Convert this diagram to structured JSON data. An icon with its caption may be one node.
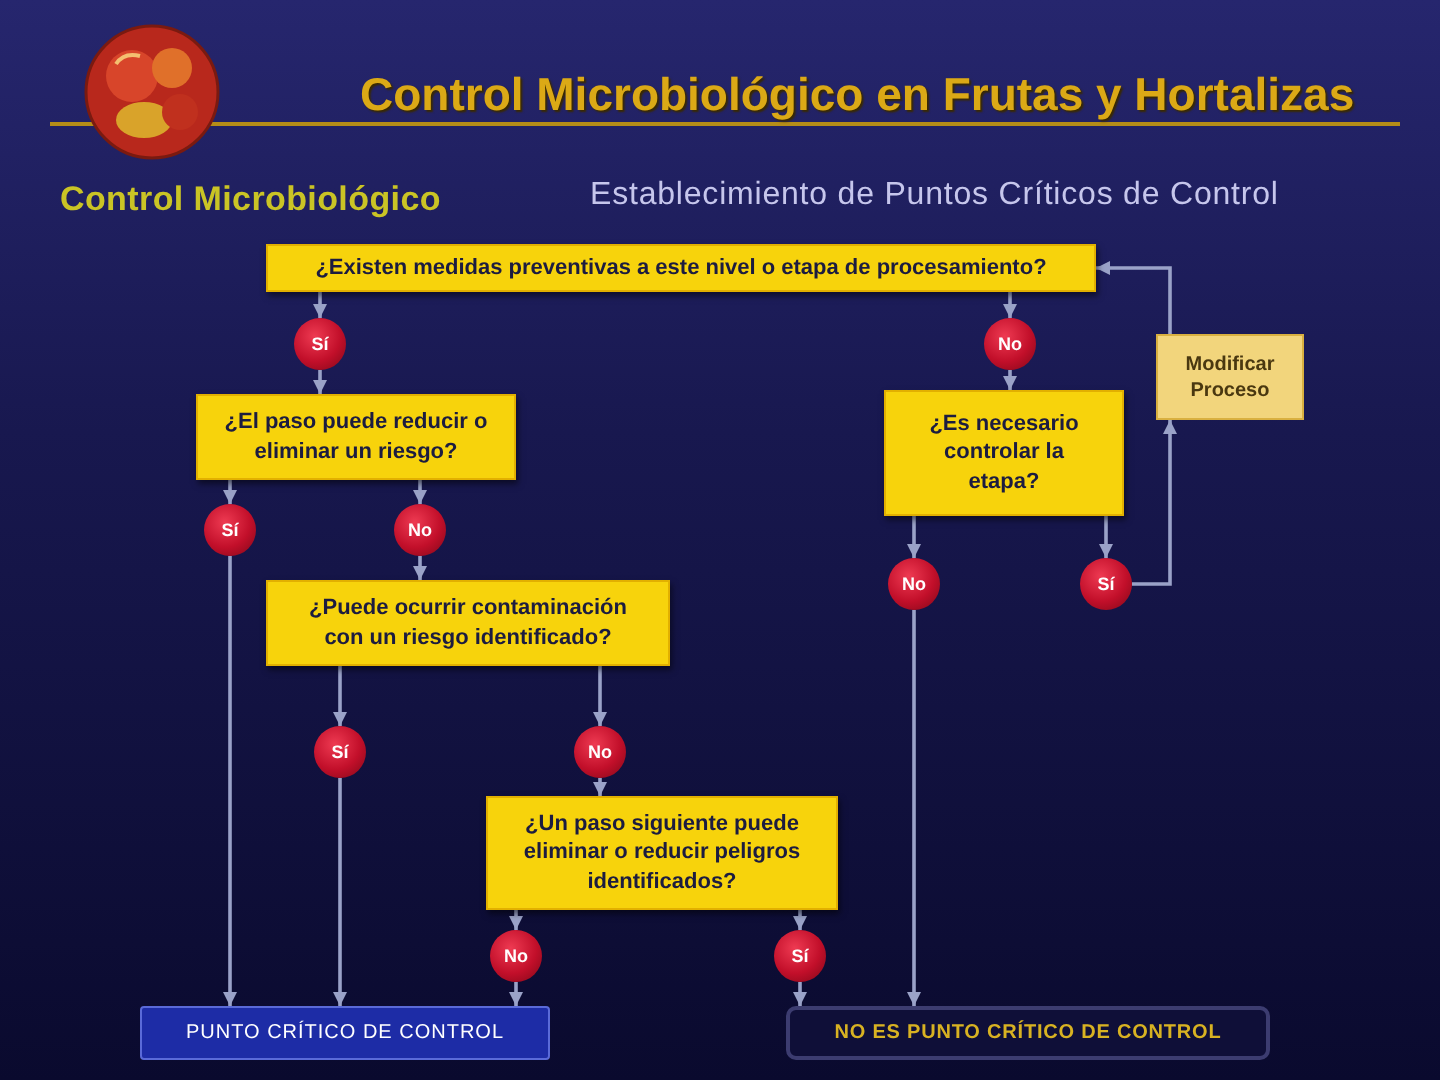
{
  "diagram": {
    "title": "Control Microbiológico en Frutas y Hortalizas",
    "nodes": [
      {
        "text": [
          "¿Existen medidas preventivas a este nivel o etapa de procesamiento?"
        ]
      },
      {
        "text": [
          "Sí"
        ]
      },
      {
        "text": [
          "No"
        ]
      },
      {
        "text": [
          "Modificar Proceso"
        ]
      },
      {
        "text": [
          "¿El paso puede reducir o eliminar un riesgo?"
        ]
      },
      {
        "text": [
          "¿Es necesario controlar la etapa?"
        ]
      },
      {
        "text": [
          "Sí"
        ]
      },
      {
        "text": [
          "No"
        ]
      },
      {
        "text": [
          "No"
        ]
      },
      {
        "text": [
          "Sí"
        ]
      },
      {
        "text": [
          "¿Puede ocurrir contaminación con un riesgo identificado?"
        ]
      },
      {
        "text": [
          "Sí"
        ]
      },
      {
        "text": [
          "No"
        ]
      },
      {
        "text": [
          "¿Un paso siguiente puede eliminar o reducir peligros identificados?"
        ]
      },
      {
        "text": [
          "No"
        ]
      },
      {
        "text": [
          "Sí"
        ]
      },
      {
        "text": [
          "PUNTO CRÍTICO DE CONTROL"
        ]
      },
      {
        "text": [
          "NO ES PUNTO CRÍTICO DE CONTROL"
        ]
      }
    ],
    "edges": [
      {
        "from": 0,
        "to": 1,
        "arrow": "to"
      },
      {
        "from": 0,
        "to": 2,
        "arrow": "to"
      },
      {
        "from": 1,
        "to": 4,
        "arrow": "to"
      },
      {
        "from": 2,
        "to": 5,
        "arrow": "to"
      },
      {
        "from": 4,
        "to": 6,
        "arrow": "to"
      },
      {
        "from": 4,
        "to": 7,
        "arrow": "to"
      },
      {
        "from": 6,
        "to": 16,
        "arrow": "to"
      },
      {
        "from": 7,
        "to": 10,
        "arrow": "to"
      },
      {
        "from": 10,
        "to": 11,
        "arrow": "to"
      },
      {
        "from": 10,
        "to": 12,
        "arrow": "to"
      },
      {
        "from": 11,
        "to": 16,
        "arrow": "to"
      },
      {
        "from": 12,
        "to": 13,
        "arrow": "to"
      },
      {
        "from": 13,
        "to": 14,
        "arrow": "to"
      },
      {
        "from": 13,
        "to": 15,
        "arrow": "to"
      },
      {
        "from": 14,
        "to": 16,
        "arrow": "to"
      },
      {
        "from": 15,
        "to": 17,
        "arrow": "to"
      },
      {
        "from": 5,
        "to": 8,
        "arrow": "to"
      },
      {
        "from": 5,
        "to": 9,
        "arrow": "to"
      },
      {
        "from": 8,
        "to": 17,
        "arrow": "to"
      },
      {
        "from": 9,
        "to": 3,
        "arrow": "to"
      },
      {
        "from": 3,
        "to": 0,
        "arrow": "to"
      }
    ],
    "labels": [
      "Control Microbiológico",
      "Establecimiento de Puntos Críticos de Control"
    ]
  }
}
